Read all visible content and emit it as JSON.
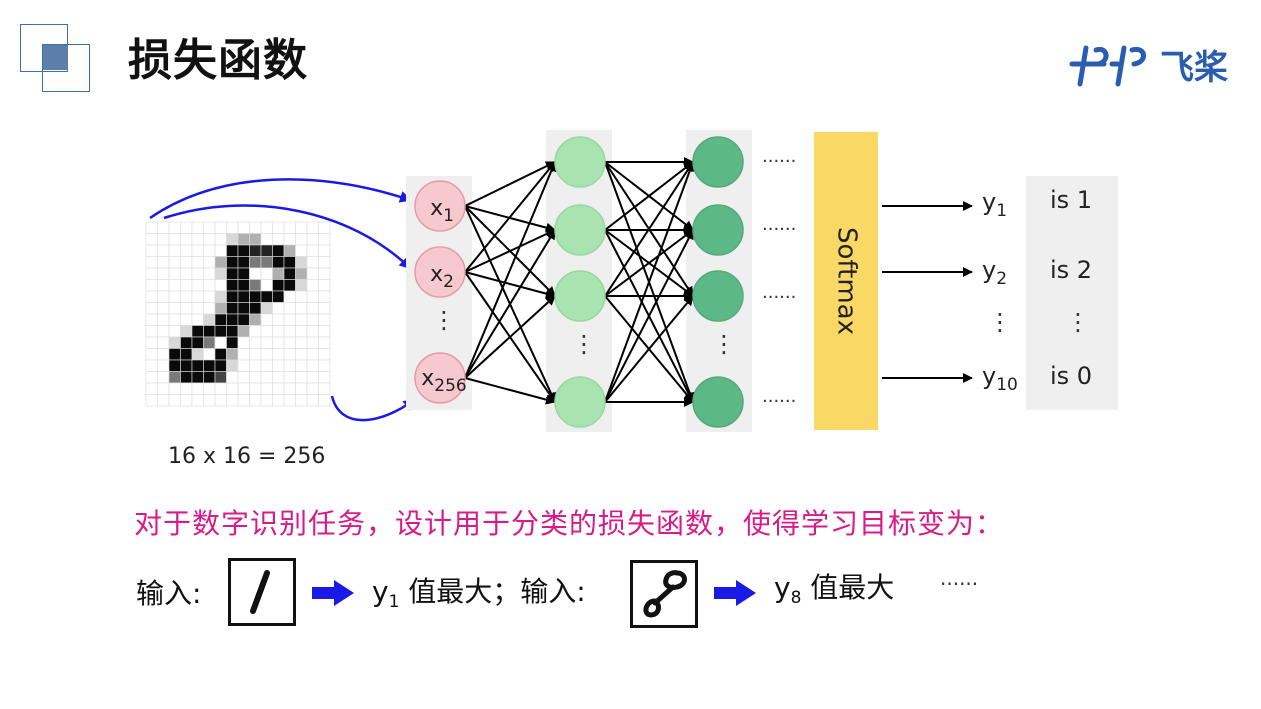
{
  "title": "损失函数",
  "logo": {
    "text": "飞桨"
  },
  "image_label": "16 x 16 = 256",
  "inputs": {
    "x1": {
      "main": "x",
      "sub": "1"
    },
    "x2": {
      "main": "x",
      "sub": "2"
    },
    "x256": {
      "main": "x",
      "sub": "256"
    },
    "vdots": "⋮"
  },
  "softmax_label": "Softmax",
  "hidden_dots": "......",
  "outputs": [
    {
      "main": "y",
      "sub": "1",
      "is": "is 1"
    },
    {
      "main": "y",
      "sub": "2",
      "is": "is 2"
    },
    {
      "main": "y",
      "sub": "10",
      "is": "is 0"
    }
  ],
  "output_vdots": "⋮",
  "caption": "对于数字识别任务，设计用于分类的损失函数，使得学习目标变为：",
  "example_row": {
    "input_label_1": "输入:",
    "result_1_main": "y",
    "result_1_sub": "1",
    "result_1_text": " 值最大；输入:",
    "result_2_main": "y",
    "result_2_sub": "8",
    "result_2_text": " 值最大",
    "trailing_dots": "......"
  },
  "colors": {
    "input_node": "#f6c9cf",
    "hidden1_node": "#a9e4b0",
    "hidden2_node": "#5cb886",
    "softmax": "#f9d866",
    "arrow_blue": "#1a1ae6",
    "caption": "#d81b8a",
    "logo": "#2a5db0"
  }
}
